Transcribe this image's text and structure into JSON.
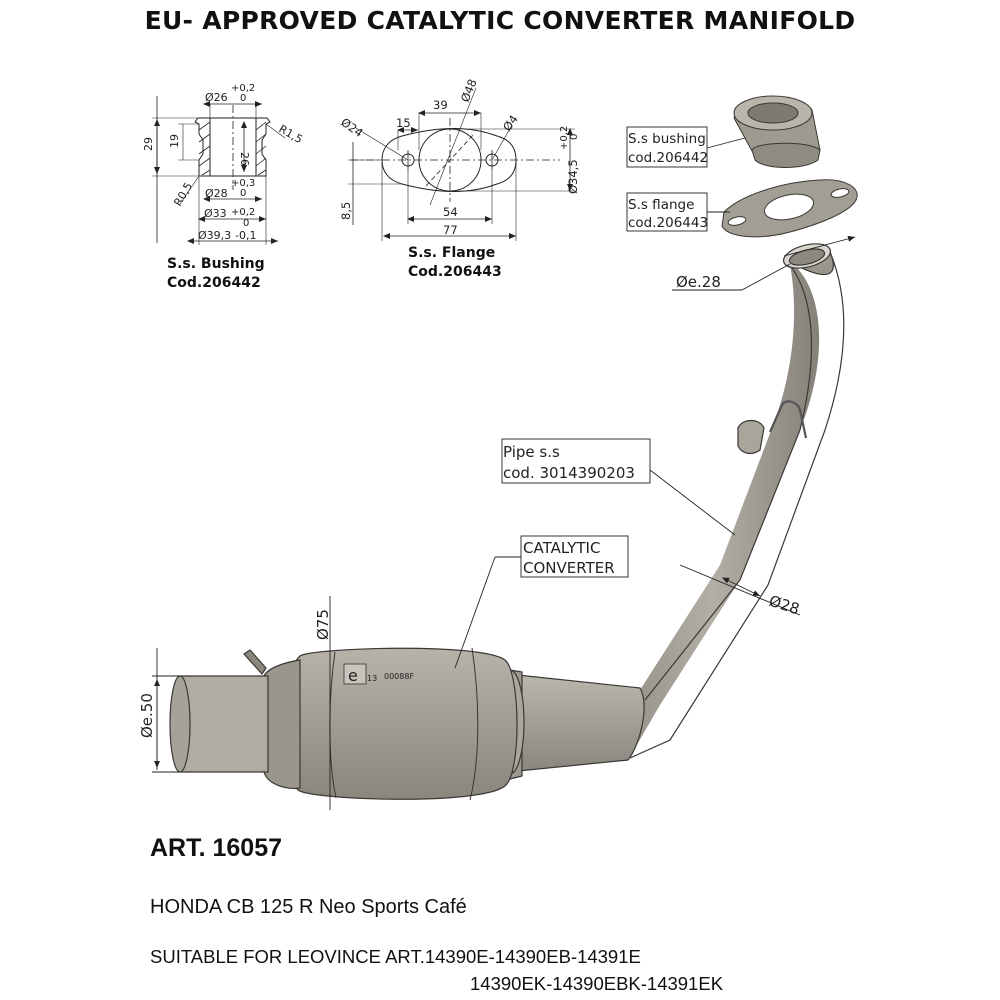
{
  "title": "EU- APPROVED CATALYTIC CONVERTER MANIFOLD",
  "bushing": {
    "caption_name": "S.s. Bushing",
    "caption_code": "Cod.206442",
    "dim_d26": "Ø26",
    "tol_top_plus": "+0,2",
    "tol_top_zero": "0",
    "dim_29": "29",
    "dim_19": "19",
    "dim_26": "26",
    "dim_r15": "R1,5",
    "dim_r05": "R0,5",
    "tol_mid_plus": "+0,3",
    "tol_mid_zero": "0",
    "dim_d28": "Ø28",
    "dim_d33": "Ø33",
    "tol_33_plus": "+0,2",
    "tol_33_zero": "0",
    "dim_d39": "Ø39,3",
    "tol_39": "-0,1"
  },
  "flange": {
    "caption_name": "S.s. Flange",
    "caption_code": "Cod.206443",
    "dim_d24": "Ø24",
    "dim_15": "15",
    "dim_39": "39",
    "dim_d48": "Ø48",
    "dim_d4": "Ø4",
    "tol_plus": "+0,2",
    "tol_zero": "0",
    "dim_d345": "Ø34,5",
    "dim_85": "8,5",
    "dim_54": "54",
    "dim_77": "77"
  },
  "callouts": {
    "bushing_line1": "S.s bushing",
    "bushing_line2": "cod.206442",
    "flange_line1": "S.s flange",
    "flange_line2": "cod.206443",
    "pipe_line1": "Pipe s.s",
    "pipe_line2": "cod. 3014390203",
    "cat_line1": "CATALYTIC",
    "cat_line2": "CONVERTER",
    "pipe_end_dia": "Øe.28",
    "pipe_dia": "Ø28",
    "cat_dia": "Ø75",
    "inlet_dia": "Øe.50",
    "homologation_mark": "e",
    "homologation_country": "13",
    "homologation_number": "00088F"
  },
  "art_number": "ART. 16057",
  "model": "HONDA CB 125 R Neo Sports Café",
  "suitable_line1": "SUITABLE FOR LEOVINCE ART.14390E-14390EB-14391E",
  "suitable_line2": "14390EK-14390EBK-14391EK",
  "colors": {
    "metal_light": "#c9c6be",
    "metal_mid": "#aaa69d",
    "metal_dark": "#7d7a73",
    "line": "#222222"
  }
}
